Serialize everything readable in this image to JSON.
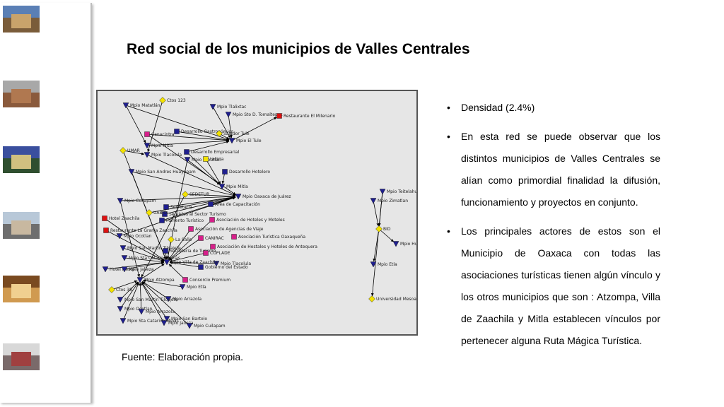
{
  "slide": {
    "title": "Red social de los municipios  de Valles Centrales",
    "source": "Fuente: Elaboración propia.",
    "bullets": [
      "Densidad (2.4%)",
      "En esta red se puede observar que los distintos municipios de Valles Centrales se alían como primordial finalidad la difusión, funcionamiento y proyectos en conjunto.",
      "Los principales actores de estos son el Municipio de Oaxaca con todas las asociaciones turísticas tienen algún vínculo y los otros municipios que son : Atzompa, Villa de Zaachila y Mitla establecen vínculos por pertenecer alguna Ruta  Mágica Turística."
    ]
  },
  "sidebar": {
    "thumbnails": [
      {
        "name": "thumbnail-cathedral",
        "sky": "#5a7fb5",
        "ground": "#7a5c3a",
        "building": "#c9a36b"
      },
      {
        "name": "thumbnail-street",
        "sky": "#a8a8a8",
        "ground": "#8a5a3c",
        "building": "#b07850"
      },
      {
        "name": "thumbnail-sunset-church",
        "sky": "#3a4f9e",
        "ground": "#2f4f2f",
        "building": "#d0c080"
      },
      {
        "name": "thumbnail-old-church",
        "sky": "#b8c8d8",
        "ground": "#6e6e6e",
        "building": "#c8b8a0"
      },
      {
        "name": "thumbnail-hotel-room",
        "sky": "#7a4a20",
        "ground": "#d09a50",
        "building": "#f0d090"
      },
      {
        "name": "thumbnail-crowd",
        "sky": "#d8d8d8",
        "ground": "#7a6a6a",
        "building": "#a04040"
      }
    ]
  },
  "network": {
    "colors": {
      "navy": "#1f1f8f",
      "magenta": "#d6208a",
      "yellow": "#f2e200",
      "red": "#dd1111",
      "edge": "#000000"
    },
    "nodes": [
      {
        "id": "matatlan",
        "label": "Mpio Matatlán",
        "shape": "triangle",
        "color": "navy"
      },
      {
        "id": "ctos123",
        "label": "Ctos 123",
        "shape": "diamond",
        "color": "yellow"
      },
      {
        "id": "tlalixtac",
        "label": "Mpio Tlalixtac",
        "shape": "triangle",
        "color": "navy"
      },
      {
        "id": "tomaltepec",
        "label": "Mpio Sto D. Tomaltepec",
        "shape": "triangle",
        "color": "navy"
      },
      {
        "id": "milenario",
        "label": "Restaurante El Milenario",
        "shape": "square",
        "color": "red"
      },
      {
        "id": "canacintra",
        "label": "Canacintra",
        "shape": "square",
        "color": "magenta"
      },
      {
        "id": "gastronomico",
        "label": "Desarrollo Gastronómico",
        "shape": "square",
        "color": "navy"
      },
      {
        "id": "saladortule",
        "label": "Salador Tule",
        "shape": "diamond",
        "color": "yellow"
      },
      {
        "id": "mitla2",
        "label": "Mpio Mitla",
        "shape": "triangle",
        "color": "navy"
      },
      {
        "id": "eltule",
        "label": "Mpio El Tule",
        "shape": "triangle",
        "color": "navy"
      },
      {
        "id": "umar",
        "label": "UMAR",
        "shape": "diamond",
        "color": "yellow"
      },
      {
        "id": "tlacolula2",
        "label": "Mpio Tlacolula",
        "shape": "triangle",
        "color": "navy"
      },
      {
        "id": "teotitlan",
        "label": "Mpio Teotitlan",
        "shape": "triangle",
        "color": "navy"
      },
      {
        "id": "empresarial",
        "label": "Desarrollo Empresarial",
        "shape": "square",
        "color": "navy"
      },
      {
        "id": "leticia",
        "label": "Leticia",
        "shape": "square",
        "color": "yellow"
      },
      {
        "id": "huayapam",
        "label": "Mpio San Andres Huayapam",
        "shape": "triangle",
        "color": "navy"
      },
      {
        "id": "hotelero",
        "label": "Desarrollo Hotelero",
        "shape": "square",
        "color": "navy"
      },
      {
        "id": "mitla",
        "label": "Mpio Mitla",
        "shape": "triangle",
        "color": "navy"
      },
      {
        "id": "cuilapam",
        "label": "Mpio Cuilapam",
        "shape": "triangle",
        "color": "navy"
      },
      {
        "id": "oaxaca",
        "label": "Mpio Oaxaca de Juárez",
        "shape": "triangle",
        "color": "navy"
      },
      {
        "id": "sedetur",
        "label": "SEDETUR",
        "shape": "diamond",
        "color": "yellow"
      },
      {
        "id": "capacitacion",
        "label": "Área de Capacitación",
        "shape": "square",
        "color": "navy"
      },
      {
        "id": "secretaria",
        "label": "Secretaría",
        "shape": "square",
        "color": "navy"
      },
      {
        "id": "sectur",
        "label": "Servicios al Sector Turismo",
        "shape": "square",
        "color": "navy"
      },
      {
        "id": "fomento",
        "label": "Fomento Turístico",
        "shape": "square",
        "color": "navy"
      },
      {
        "id": "hotelesmoteles",
        "label": "Asociación de Hoteles y Moteles",
        "shape": "square",
        "color": "magenta"
      },
      {
        "id": "hotelzaachila",
        "label": "Hotel Zaachila",
        "shape": "square",
        "color": "red"
      },
      {
        "id": "uabjo",
        "label": "UABJO",
        "shape": "diamond",
        "color": "yellow"
      },
      {
        "id": "restzaachila",
        "label": "Restaurante La Granja Zaachila",
        "shape": "square",
        "color": "red"
      },
      {
        "id": "agencias",
        "label": "Asociación de Agencias de Viaje",
        "shape": "square",
        "color": "magenta"
      },
      {
        "id": "ocotlan",
        "label": "Mpio Ocotlan",
        "shape": "triangle",
        "color": "navy"
      },
      {
        "id": "canirac",
        "label": "CANIRAC",
        "shape": "square",
        "color": "magenta"
      },
      {
        "id": "turisticaoax",
        "label": "Asociación Turística Oaxaqueña",
        "shape": "square",
        "color": "magenta"
      },
      {
        "id": "lasalle",
        "label": "La Salle",
        "shape": "diamond",
        "color": "yellow"
      },
      {
        "id": "tlacolula",
        "label": "Mpio Tlacolula",
        "shape": "triangle",
        "color": "navy"
      },
      {
        "id": "antequera",
        "label": "Asociación de Hostales y Hoteles de Antequera",
        "shape": "square",
        "color": "magenta"
      },
      {
        "id": "sanmartin",
        "label": "Mpio San Martin Tilcajete",
        "shape": "triangle",
        "color": "navy"
      },
      {
        "id": "secturismo",
        "label": "Secretaria de Turismo",
        "shape": "square",
        "color": "navy"
      },
      {
        "id": "coplade",
        "label": "COPLADE",
        "shape": "square",
        "color": "magenta"
      },
      {
        "id": "stacatarina",
        "label": "Mpio Sta Catarina Minas",
        "shape": "triangle",
        "color": "navy"
      },
      {
        "id": "zaachila",
        "label": "Mpio Villa de Zaachila",
        "shape": "triangle",
        "color": "navy"
      },
      {
        "id": "hotelfiesta",
        "label": "Hotel Fiesta",
        "shape": "triangle",
        "color": "navy"
      },
      {
        "id": "jalieza",
        "label": "Mpio Jalieza",
        "shape": "triangle",
        "color": "navy"
      },
      {
        "id": "gobierno",
        "label": "Gobierno del Estado",
        "shape": "square",
        "color": "navy"
      },
      {
        "id": "premium",
        "label": "Consorcio Premium",
        "shape": "square",
        "color": "magenta"
      },
      {
        "id": "atzompa",
        "label": "Mpio Atzompa",
        "shape": "triangle",
        "color": "navy"
      },
      {
        "id": "ctos38",
        "label": "Ctos 38",
        "shape": "diamond",
        "color": "yellow"
      },
      {
        "id": "etla",
        "label": "Mpio Etla",
        "shape": "triangle",
        "color": "navy"
      },
      {
        "id": "arrazola",
        "label": "Mpio Arrazola",
        "shape": "triangle",
        "color": "navy"
      },
      {
        "id": "sanmartin2",
        "label": "Mpio San Martin Tilcajete",
        "shape": "triangle",
        "color": "navy"
      },
      {
        "id": "ocotlan2",
        "label": "Mpio Ocotlan",
        "shape": "triangle",
        "color": "navy"
      },
      {
        "id": "arrazola2",
        "label": "Mpio Arrazola",
        "shape": "triangle",
        "color": "navy"
      },
      {
        "id": "sanbartolo",
        "label": "Mpio San Bartolo",
        "shape": "triangle",
        "color": "navy"
      },
      {
        "id": "stacatarina2",
        "label": "Mpio Sta Catarina Minas",
        "shape": "triangle",
        "color": "navy"
      },
      {
        "id": "jalieza2",
        "label": "Mpio Jalieza",
        "shape": "triangle",
        "color": "navy"
      },
      {
        "id": "cuilapam2",
        "label": "Mpio Cuilapam",
        "shape": "triangle",
        "color": "navy"
      },
      {
        "id": "teitelahuaca",
        "label": "Mpio Teitelahuaca",
        "shape": "triangle",
        "color": "navy"
      },
      {
        "id": "zimatlan",
        "label": "Mpio Zimatlan",
        "shape": "triangle",
        "color": "navy"
      },
      {
        "id": "bid",
        "label": "BID",
        "shape": "diamond",
        "color": "yellow"
      },
      {
        "id": "huitzo",
        "label": "Mpio Huitzo",
        "shape": "triangle",
        "color": "navy"
      },
      {
        "id": "etla2",
        "label": "Mpio Etla",
        "shape": "triangle",
        "color": "navy"
      },
      {
        "id": "mesoamericana",
        "label": "Universidad Mesoamericana",
        "shape": "diamond",
        "color": "yellow"
      }
    ],
    "edges": [
      [
        "matatlan",
        "eltule"
      ],
      [
        "canacintra",
        "eltule"
      ],
      [
        "tlalixtac",
        "eltule"
      ],
      [
        "tomaltepec",
        "eltule"
      ],
      [
        "eltule",
        "milenario"
      ],
      [
        "gastronomico",
        "eltule"
      ],
      [
        "saladortule",
        "eltule"
      ],
      [
        "ctos123",
        "tlacolula2"
      ],
      [
        "mitla2",
        "eltule"
      ],
      [
        "empresarial",
        "eltule"
      ],
      [
        "umar",
        "tlacolula2"
      ],
      [
        "teotitlan",
        "mitla"
      ],
      [
        "leticia",
        "mitla"
      ],
      [
        "huayapam",
        "oaxaca"
      ],
      [
        "hotelero",
        "mitla"
      ],
      [
        "empresarial",
        "mitla"
      ],
      [
        "canacintra",
        "oaxaca"
      ],
      [
        "matatlan",
        "mitla2"
      ],
      [
        "tlacolula2",
        "oaxaca"
      ],
      [
        "cuilapam",
        "oaxaca"
      ],
      [
        "sedetur",
        "oaxaca"
      ],
      [
        "capacitacion",
        "oaxaca"
      ],
      [
        "secretaria",
        "oaxaca"
      ],
      [
        "sectur",
        "oaxaca"
      ],
      [
        "fomento",
        "oaxaca"
      ],
      [
        "hotelzaachila",
        "zaachila"
      ],
      [
        "restzaachila",
        "zaachila"
      ],
      [
        "uabjo",
        "oaxaca"
      ],
      [
        "ocotlan",
        "oaxaca"
      ],
      [
        "sanmartin",
        "zaachila"
      ],
      [
        "stacatarina",
        "zaachila"
      ],
      [
        "hotelfiesta",
        "zaachila"
      ],
      [
        "jalieza",
        "zaachila"
      ],
      [
        "secturismo",
        "zaachila"
      ],
      [
        "lasalle",
        "zaachila"
      ],
      [
        "atzompa",
        "zaachila"
      ],
      [
        "ctos38",
        "atzompa"
      ],
      [
        "arrazola",
        "atzompa"
      ],
      [
        "sanmartin2",
        "atzompa"
      ],
      [
        "ocotlan2",
        "atzompa"
      ],
      [
        "arrazola2",
        "atzompa"
      ],
      [
        "stacatarina2",
        "atzompa"
      ],
      [
        "jalieza2",
        "atzompa"
      ],
      [
        "sanbartolo",
        "atzompa"
      ],
      [
        "cuilapam2",
        "atzompa"
      ],
      [
        "etla",
        "atzompa"
      ],
      [
        "premium",
        "zaachila"
      ],
      [
        "gobierno",
        "zaachila"
      ],
      [
        "tlacolula",
        "zaachila"
      ],
      [
        "coplade",
        "zaachila"
      ],
      [
        "canirac",
        "zaachila"
      ],
      [
        "agencias",
        "zaachila"
      ],
      [
        "hotelesmoteles",
        "zaachila"
      ],
      [
        "teotitlan",
        "zaachila"
      ],
      [
        "huayapam",
        "zaachila"
      ],
      [
        "umar",
        "zaachila"
      ],
      [
        "cuilapam",
        "atzompa"
      ],
      [
        "sedetur",
        "atzompa"
      ],
      [
        "teitelahuaca",
        "bid"
      ],
      [
        "zimatlan",
        "bid"
      ],
      [
        "bid",
        "huitzo"
      ],
      [
        "bid",
        "etla2"
      ],
      [
        "teitelahuaca",
        "mesoamericana"
      ]
    ]
  }
}
